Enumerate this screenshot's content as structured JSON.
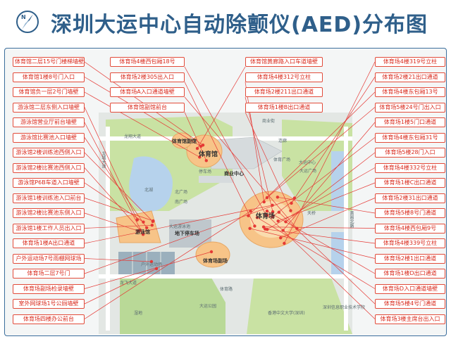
{
  "title": "深圳大运中心自动除颤仪(AED)分布图",
  "icons": {
    "compass": "north-compass-icon"
  },
  "colors": {
    "title": "#2f5f8a",
    "label_border": "#e24b3a",
    "label_text": "#d92a1c",
    "leader_line": "#e53935",
    "aed_point": "#e53935",
    "venue_fill": "#f7c488",
    "lawn": "#c9e2a3",
    "water": "#b6d2ec",
    "frame": "#3b6e9c"
  },
  "labels_left": [
    "体育馆二层15号门楼梯墙壁",
    "体育馆1楼8号门入口",
    "体育馆负一层2号门墙壁",
    "游泳馆二层东侧入口墙壁",
    "游泳馆营业厅前台墙壁",
    "游泳馆比赛池入口墙壁",
    "游泳馆2楼训练池西侧入口",
    "游泳馆2楼比赛池西侧入口",
    "游泳馆P6B车道入口墙壁",
    "游泳馆1楼训练池入口前台",
    "游泳馆2楼比赛池东侧入口",
    "游泳馆1楼工作人员出入口",
    "体育场1楼A出口通道",
    "户外运动场7号雨棚网球场",
    "体育场二层7号门",
    "体育场副场检录墙壁",
    "室外网球场1号公厕墙壁",
    "体育场四楼办公前台"
  ],
  "labels_top_center": [
    "体育场4楼西包厢18号",
    "体育场2楼305出入口",
    "体育场A入口通道墙壁",
    "体育馆副馆前台",
    "体育馆黄廊路入口车道墙壁",
    "体育场4楼312号立柱",
    "体育场2楼211出口通道",
    "体育场1楼B出口通道"
  ],
  "labels_right": [
    "体育场4楼319号立柱",
    "体育场2楼21出口通道",
    "体育场4楼东包厢13号",
    "体育场5楼24号门出入口",
    "体育场1楼5门口通道",
    "体育场4楼东包厢31号",
    "体育场5楼28门入口",
    "体育场4楼332号立柱",
    "体育场1楼C出口通道",
    "体育场2楼31出口通道",
    "体育场5楼8号门通道",
    "体育场4楼西包厢9号",
    "体育场4楼339号立柱",
    "体育场2楼1出口通道",
    "体育场1楼D出口通道",
    "体育场D入口通道墙壁",
    "体育场5楼4号门通道",
    "体育场3楼主席台出入口"
  ],
  "venues": {
    "stadium": "体育场",
    "gym": "体育馆",
    "gym_sub": "体育馆副馆",
    "natatorium": "游泳馆",
    "sub_field": "体育场副场",
    "parking": "地下停车场",
    "commercial": "商业中心",
    "outdoor": "户外运动场",
    "pool_hall": "大运游泳池"
  },
  "map_text": {
    "road_north": "龙翔大道",
    "road_south": "龙飞大道",
    "road_west": "龙城大道",
    "road_east": "黄阁北路",
    "road_mid": "体育路",
    "lake": "北湖",
    "park1": "大运公园",
    "park2": "湿地",
    "plaza1": "体育广场",
    "plaza2": "大运广场",
    "plaza3": "南广场",
    "school1": "深圳信息职业技术学院",
    "school2": "香港中文大学(深圳)",
    "street": "商业街",
    "center_east": "大运中心",
    "crossing": "天桥",
    "plaza_n": "北广场",
    "lot": "停车场",
    "bridge": "连廊"
  }
}
